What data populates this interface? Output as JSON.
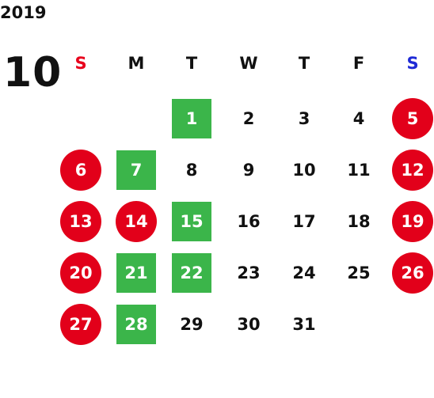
{
  "calendar": {
    "year": "2019",
    "month": "10",
    "colors": {
      "sunday_header": "#e8001c",
      "saturday_header": "#1f2bd6",
      "holiday_red": "#e2001a",
      "marked_green": "#3bb54a",
      "text": "#111111"
    },
    "weekdays": [
      "S",
      "M",
      "T",
      "W",
      "T",
      "F",
      "S"
    ],
    "weeks": [
      [
        null,
        null,
        {
          "d": "1",
          "mark": "green"
        },
        {
          "d": "2"
        },
        {
          "d": "3"
        },
        {
          "d": "4"
        },
        {
          "d": "5",
          "mark": "red"
        }
      ],
      [
        {
          "d": "6",
          "mark": "red"
        },
        {
          "d": "7",
          "mark": "green"
        },
        {
          "d": "8"
        },
        {
          "d": "9"
        },
        {
          "d": "10"
        },
        {
          "d": "11"
        },
        {
          "d": "12",
          "mark": "red"
        }
      ],
      [
        {
          "d": "13",
          "mark": "red"
        },
        {
          "d": "14",
          "mark": "red"
        },
        {
          "d": "15",
          "mark": "green"
        },
        {
          "d": "16"
        },
        {
          "d": "17"
        },
        {
          "d": "18"
        },
        {
          "d": "19",
          "mark": "red"
        }
      ],
      [
        {
          "d": "20",
          "mark": "red"
        },
        {
          "d": "21",
          "mark": "green"
        },
        {
          "d": "22",
          "mark": "green"
        },
        {
          "d": "23"
        },
        {
          "d": "24"
        },
        {
          "d": "25"
        },
        {
          "d": "26",
          "mark": "red"
        }
      ],
      [
        {
          "d": "27",
          "mark": "red"
        },
        {
          "d": "28",
          "mark": "green"
        },
        {
          "d": "29"
        },
        {
          "d": "30"
        },
        {
          "d": "31"
        },
        null,
        null
      ]
    ]
  }
}
